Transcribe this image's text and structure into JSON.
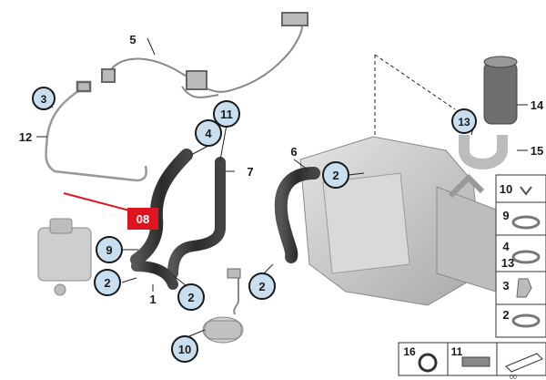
{
  "diagram": {
    "callouts": [
      "1",
      "2",
      "2",
      "2",
      "2",
      "2",
      "3",
      "4",
      "5",
      "6",
      "7",
      "9",
      "10",
      "11",
      "12",
      "13",
      "14",
      "15"
    ],
    "highlight_badge": "08",
    "legend": {
      "side": [
        "10",
        "9",
        "4",
        "13",
        "3",
        "2"
      ],
      "bottom": [
        "16",
        "11"
      ]
    },
    "drawing_code": "00"
  },
  "colors": {
    "hose": "#3a3a3a",
    "part_body": "#cfcfcf",
    "badge": "#e0141e",
    "arrow": "#e0141e",
    "bubble_fill": "#c9dff0",
    "bubble_stroke": "#1a1a1a"
  }
}
